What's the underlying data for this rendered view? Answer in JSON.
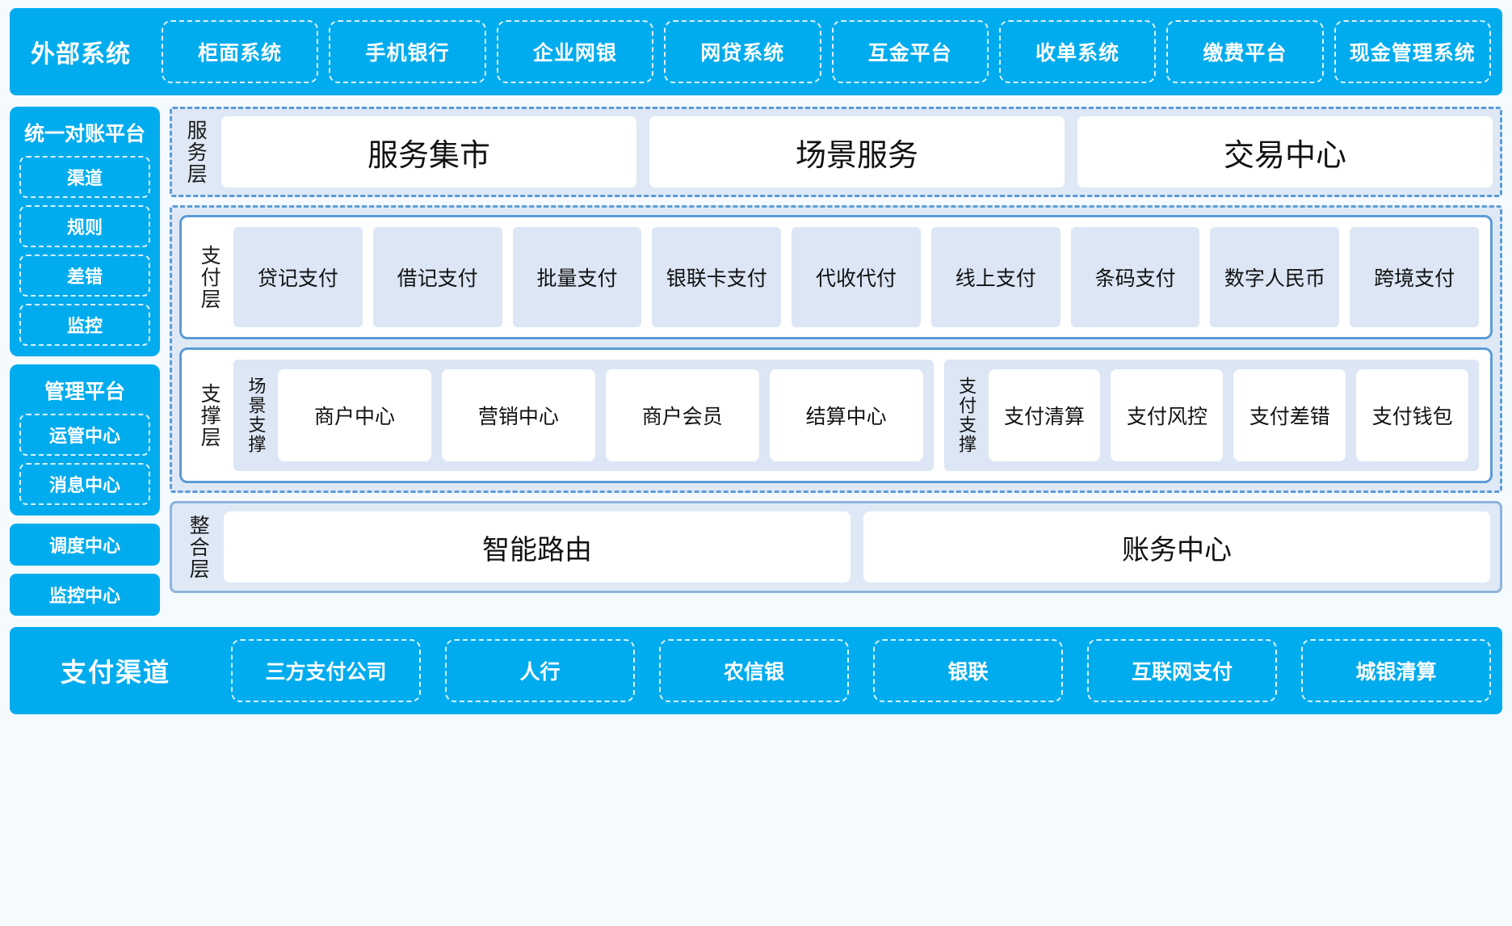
{
  "external_systems": {
    "title": "外部系统",
    "items": [
      "柜面系统",
      "手机银行",
      "企业网银",
      "网贷系统",
      "互金平台",
      "收单系统",
      "缴费平台",
      "现金管理系统"
    ]
  },
  "left_column": {
    "reconciliation_platform": {
      "title": "统一对账平台",
      "items": [
        "渠道",
        "规则",
        "差错",
        "监控"
      ]
    },
    "management_platform": {
      "title": "管理平台",
      "items": [
        "运管中心",
        "消息中心"
      ]
    },
    "standalone": [
      "调度中心",
      "监控中心"
    ]
  },
  "service_layer": {
    "label": "服务层",
    "cards": [
      "服务集市",
      "场景服务",
      "交易中心"
    ]
  },
  "payment_layer": {
    "label": "支付层",
    "cells": [
      "贷记支付",
      "借记支付",
      "批量支付",
      "银联卡支付",
      "代收代付",
      "线上支付",
      "条码支付",
      "数字人民币",
      "跨境支付"
    ]
  },
  "support_layer": {
    "label": "支撑层",
    "groups": [
      {
        "label": "场景支撑",
        "cards": [
          "商户中心",
          "营销中心",
          "商户会员",
          "结算中心"
        ]
      },
      {
        "label": "支付支撑",
        "cards": [
          "支付清算",
          "支付风控",
          "支付差错",
          "支付钱包"
        ]
      }
    ]
  },
  "integration_layer": {
    "label": "整合层",
    "cards": [
      "智能路由",
      "账务中心"
    ]
  },
  "payment_channels": {
    "title": "支付渠道",
    "items": [
      "三方支付公司",
      "人行",
      "农信银",
      "银联",
      "互联网支付",
      "城银清算"
    ]
  },
  "colors": {
    "brand_blue": "#00ACEE",
    "dashed_border": "#5B9BD5",
    "panel_bg": "#DFE9F6",
    "cell_bg": "#DCE6F5",
    "page_bg": "#F4FAFD"
  }
}
